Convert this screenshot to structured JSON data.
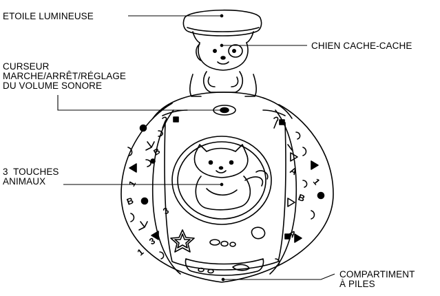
{
  "labels": {
    "star": "ETOILE LUMINEUSE",
    "dog": "CHIEN CACHE-CACHE",
    "switch": [
      "CURSEUR",
      "MARCHE/ARRÊT/RÉGLAGE",
      "DU VOLUME SONORE"
    ],
    "keys": [
      "3  TOUCHES",
      "ANIMAUX"
    ],
    "battery": [
      "COMPARTIMENT",
      "À PILES"
    ]
  },
  "toy_markings": {
    "left_numbers": [
      "3",
      "1",
      "1",
      "3"
    ],
    "left_letters": [
      "B",
      "B"
    ],
    "right_letters": [
      "A",
      "B",
      "A"
    ],
    "right_numbers": [
      "1"
    ]
  }
}
